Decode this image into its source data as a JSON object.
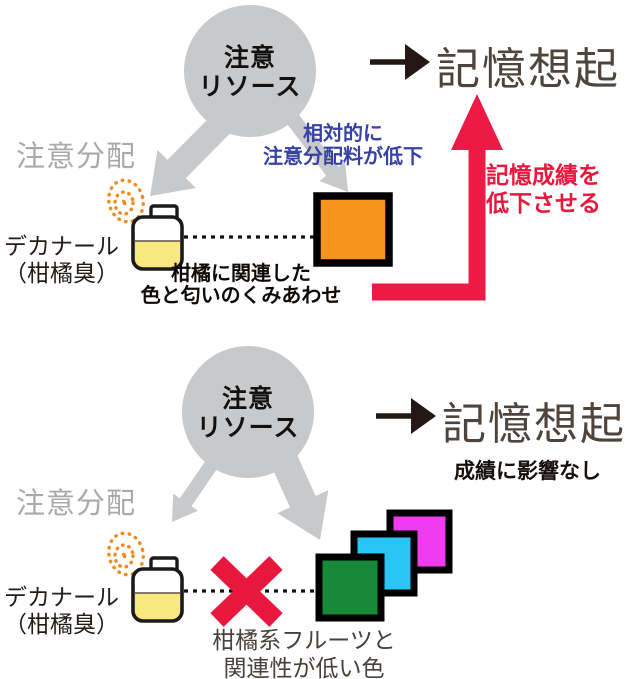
{
  "colors": {
    "gray_shape": "#c8c9cb",
    "gray_text": "#a7a9ab",
    "recall_text": "#4e443c",
    "blue_note": "#3642a5",
    "red_text": "#e8173d",
    "red_arrow": "#ed1a45",
    "orange_square": "#f7941d",
    "swirl_orange": "#f08a1d",
    "liquid_yellow": "#f8e87f",
    "green_square": "#168a38",
    "cyan_square": "#29c5f6",
    "magenta_square": "#f03cf0"
  },
  "panel_top": {
    "resource_circle": {
      "line1": "注意",
      "line2": "リソース"
    },
    "recall_label": "記憶想起",
    "attention_note": {
      "line1": "相対的に",
      "line2": "注意分配料が低下"
    },
    "attention_split_label": "注意分配",
    "odor_label": {
      "line1": "デカナール",
      "line2": "（柑橘臭）"
    },
    "combo_caption": {
      "line1": "柑橘に関連した",
      "line2": "色と匂いのくみあわせ"
    },
    "effect_caption": {
      "line1": "記憶成績を",
      "line2": "低下させる"
    }
  },
  "panel_bottom": {
    "resource_circle": {
      "line1": "注意",
      "line2": "リソース"
    },
    "recall_label": "記憶想起",
    "effect_caption": "成績に影響なし",
    "attention_split_label": "注意分配",
    "odor_label": {
      "line1": "デカナール",
      "line2": "（柑橘臭）"
    },
    "colors_caption": {
      "line1": "柑橘系フルーツと",
      "line2": "関連性が低い色"
    }
  }
}
